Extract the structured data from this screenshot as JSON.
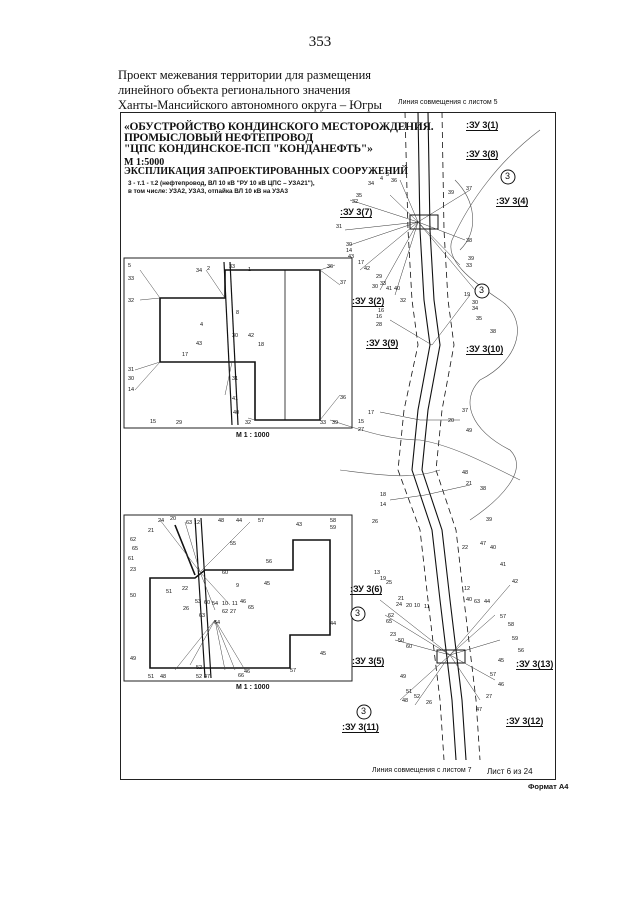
{
  "page_number": "353",
  "heading": "Проект межевания территории для размещения линейного объекта регионального значения Ханты-Мансийского автономного округа – Югры",
  "title_block": {
    "line1": "«ОБУСТРОЙСТВО КОНДИНСКОГО МЕСТОРОЖДЕНИЯ.",
    "line2": "ПРОМЫСЛОВЫЙ НЕФТЕПРОВОД",
    "line3": "\"ЦПС КОНДИНСКОЕ-ПСП \"КОНДАНЕФТЬ\"»",
    "scale": "М 1:5000",
    "explication": "ЭКСПЛИКАЦИЯ ЗАПРОЕКТИРОВАННЫХ СООРУЖЕНИЙ",
    "note_line1": "3 - т.1 - т.2 (нефтепровод, ВЛ 10 кВ \"РУ 10 кВ ЦПС – УЗА21\"),",
    "note_line2": "в том числе: УЗА2, УЗА3, отпайка ВЛ 10 кВ на УЗА3"
  },
  "sheet_markers": {
    "top_line": "Линия совмещения с листом 5",
    "bottom_line": "Линия совмещения с листом 7",
    "sheet_no": "Лист 6 из 24",
    "format": "Формат А4"
  },
  "inset_scales": {
    "upper": "М 1 : 1000",
    "lower": "М 1 : 1000"
  },
  "plot_labels": [
    ":ЗУ 3(1)",
    ":ЗУ 3(8)",
    ":ЗУ 3(4)",
    ":ЗУ 3(7)",
    ":ЗУ 3(2)",
    ":ЗУ 3(9)",
    ":ЗУ 3(10)",
    ":ЗУ 3(6)",
    ":ЗУ 3(5)",
    ":ЗУ 3(13)",
    ":ЗУ 3(12)",
    ":ЗУ 3(11)"
  ],
  "circle_marker": "3"
}
